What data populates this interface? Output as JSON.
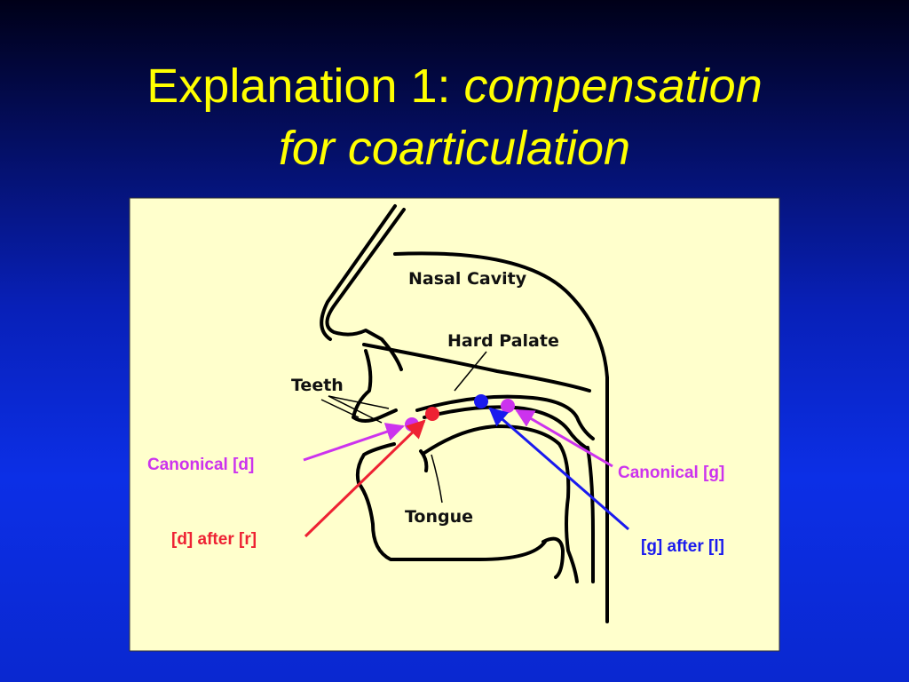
{
  "title": {
    "prefix": "Explanation 1: ",
    "italic_line1": "compensation",
    "italic_line2": "for coarticulation"
  },
  "anatomy_labels": {
    "nasal_cavity": "Nasal Cavity",
    "hard_palate": "Hard Palate",
    "teeth": "Teeth",
    "tongue": "Tongue"
  },
  "annotations": {
    "canonical_d": "Canonical [d]",
    "d_after_r": "[d] after [r]",
    "canonical_g": "Canonical [g]",
    "g_after_l": "[g] after [l]"
  },
  "colors": {
    "title": "#ffff00",
    "panel": "#ffffcc",
    "canonical": "#cc33ee",
    "d_after_r": "#ee2233",
    "g_after_l": "#1a1aee"
  }
}
